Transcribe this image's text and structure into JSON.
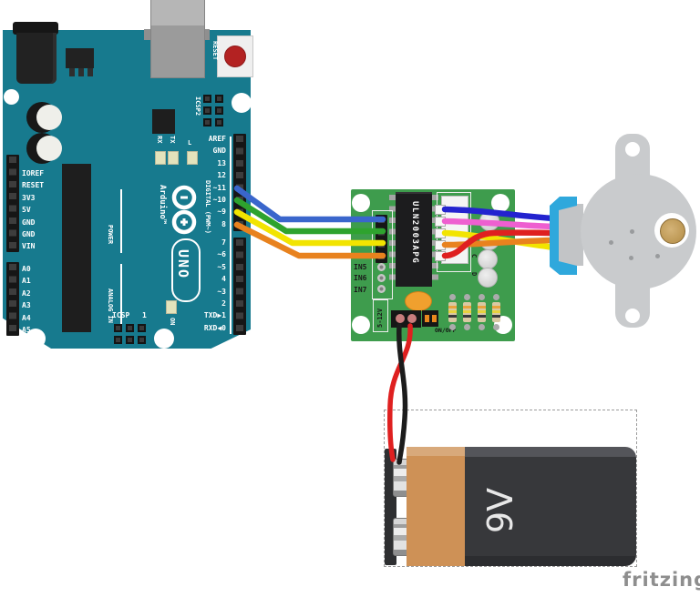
{
  "watermark": "fritzing",
  "arduino": {
    "brand_vertical": "Arduino™",
    "model": "UNO",
    "reset_label": "RESET",
    "icsp2_label": "ICSP2",
    "icsp_label": "ICSP",
    "icsp_pin1_label": "1",
    "rx_label": "RX",
    "tx_label": "TX",
    "l_label": "L",
    "on_label": "ON",
    "digital_section_label": "DIGITAL (PWM~)",
    "power_section_label": "POWER",
    "analog_section_label": "ANALOG IN",
    "power_pins": [
      "IOREF",
      "RESET",
      "3V3",
      "5V",
      "GND",
      "GND",
      "VIN"
    ],
    "analog_pins": [
      "A0",
      "A1",
      "A2",
      "A3",
      "A4",
      "A5"
    ],
    "digital_pins_top": [
      "AREF",
      "GND",
      "13",
      "12",
      "~11",
      "~10",
      "~9",
      "8"
    ],
    "digital_pins_bottom": [
      "7",
      "~6",
      "~5",
      "4",
      "~3",
      "2",
      "TXD▶1",
      "RXD◀0"
    ]
  },
  "driver": {
    "ic_label": "ULN2003APG",
    "input_pins": [
      "IN5",
      "IN6",
      "IN7"
    ],
    "voltage_label": "5-12V",
    "switch_label": "ON/OFF",
    "led_labels": [
      "C",
      "D"
    ]
  },
  "battery": {
    "label": "9V"
  },
  "colors": {
    "arduino_teal": "#177A8E",
    "driver_green": "#3E9C4D",
    "battery_tan": "#CE9156",
    "battery_dark": "#37383B",
    "motor_gray": "#C9CBCD",
    "connector_blue": "#2FA8DC",
    "wire_blue": "#3A66CC",
    "wire_green": "#2EA32E",
    "wire_yellow": "#F2E400",
    "wire_orange": "#E8821E",
    "wire_red": "#DF2020",
    "wire_pink": "#EE5FD0",
    "wire_navy": "#2323CF",
    "wire_black": "#1C1C1C"
  },
  "connections": [
    {
      "from": "arduino-pin-~11",
      "to": "driver-IN1",
      "color": "#3A66CC"
    },
    {
      "from": "arduino-pin-~10",
      "to": "driver-IN2",
      "color": "#2EA32E"
    },
    {
      "from": "arduino-pin-~9",
      "to": "driver-IN3",
      "color": "#F2E400"
    },
    {
      "from": "arduino-pin-8",
      "to": "driver-IN4",
      "color": "#E8821E"
    },
    {
      "from": "driver-motor-pin-1",
      "to": "stepper-motor",
      "color": "#2323CF"
    },
    {
      "from": "driver-motor-pin-2",
      "to": "stepper-motor",
      "color": "#EE5FD0"
    },
    {
      "from": "driver-motor-pin-3",
      "to": "stepper-motor",
      "color": "#F2E400"
    },
    {
      "from": "driver-motor-pin-4",
      "to": "stepper-motor",
      "color": "#E8821E"
    },
    {
      "from": "driver-motor-pin-5",
      "to": "stepper-motor",
      "color": "#DF2020"
    },
    {
      "from": "driver-power-plus",
      "to": "battery-positive",
      "color": "#DF2020"
    },
    {
      "from": "driver-power-minus",
      "to": "battery-negative",
      "color": "#1C1C1C"
    }
  ]
}
